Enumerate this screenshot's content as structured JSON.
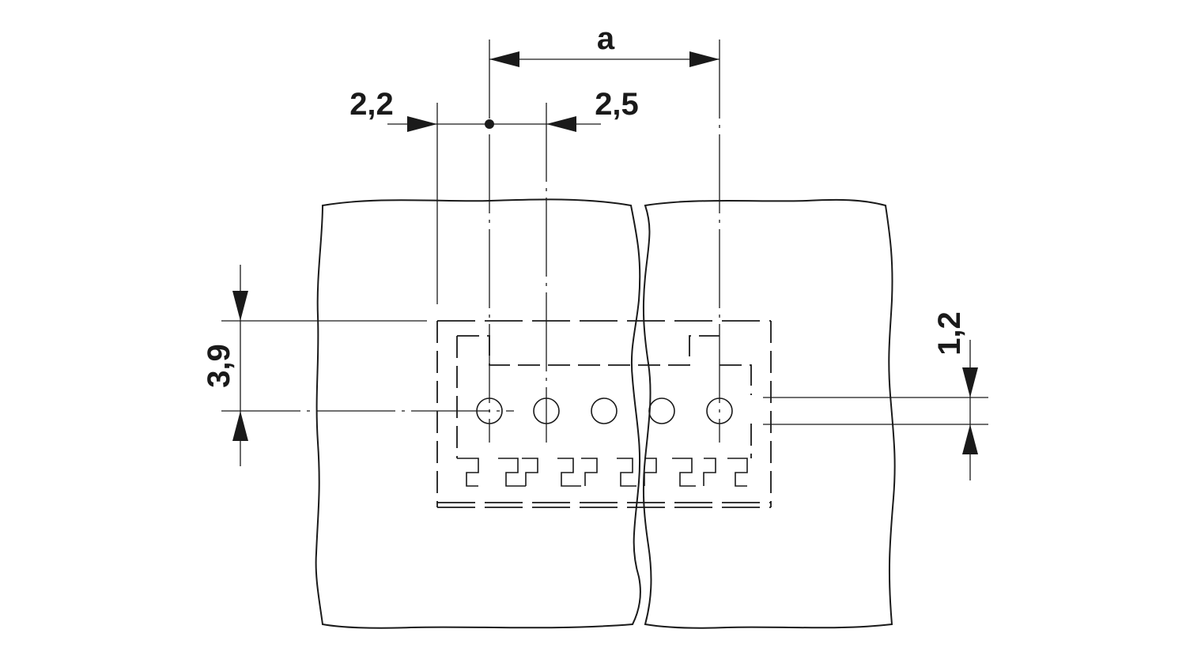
{
  "dimensions": {
    "pitch": "a",
    "offset_left": "2,2",
    "offset_right": "2,5",
    "height": "3,9",
    "hole_offset": "1,2"
  },
  "connector": {
    "hole_count": 5
  },
  "colors": {
    "line": "#1a1a1a",
    "background": "#ffffff"
  }
}
